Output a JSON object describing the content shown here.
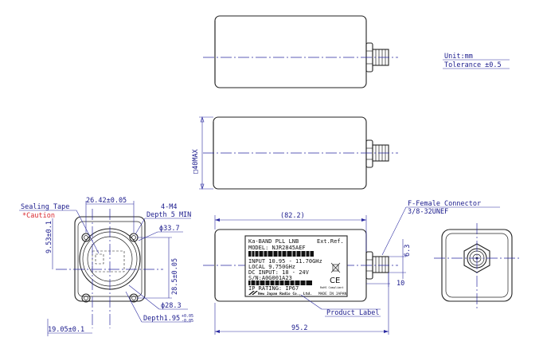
{
  "notes": {
    "unit": "Unit:mm",
    "tolerance": "Tolerance ±0.5"
  },
  "side_view": {
    "height_dim": "□40MAX"
  },
  "front_view": {
    "sealing_tape": "Sealing Tape",
    "caution": "*Caution",
    "width_top": "26.42±0.05",
    "screw": "4-M4",
    "screw_depth": "Depth 5 MIN",
    "bolt_circle": "ϕ33.7",
    "offset_left": "9.53±0.1",
    "height_right": "28.5±0.05",
    "inner_circle": "ϕ28.3",
    "depth": "Depth1.95",
    "depth_tol_upper": "+0.05",
    "depth_tol_lower": "-0.05",
    "offset_bottom": "19.05±0.1"
  },
  "bottom_view": {
    "length_ref": "(82.2)",
    "overall_length": "95.2",
    "connector_label": "F-Female Connector",
    "connector_thread": "3/8-32UNEF",
    "connector_height": "6.3",
    "connector_length": "10",
    "product_label_callout": "Product Label"
  },
  "product_label": {
    "title": "Ka-BAND PLL LNB",
    "ext_ref": "Ext.Ref.",
    "model": "MODEL: NJR2845AEF",
    "input": "INPUT 10.95 - 11.70GHz",
    "local": "LOCAL  9.750GHz",
    "dc_input": "DC INPUT: 18 - 24V",
    "serial": "S/N:A0G001A23",
    "ip_rating": "IP RATING: IP67",
    "rohs": "RoHS Compliant",
    "maker": "New Japan Radio Co., Ltd.",
    "origin": "MADE IN JAPAN",
    "ce": "CE"
  }
}
